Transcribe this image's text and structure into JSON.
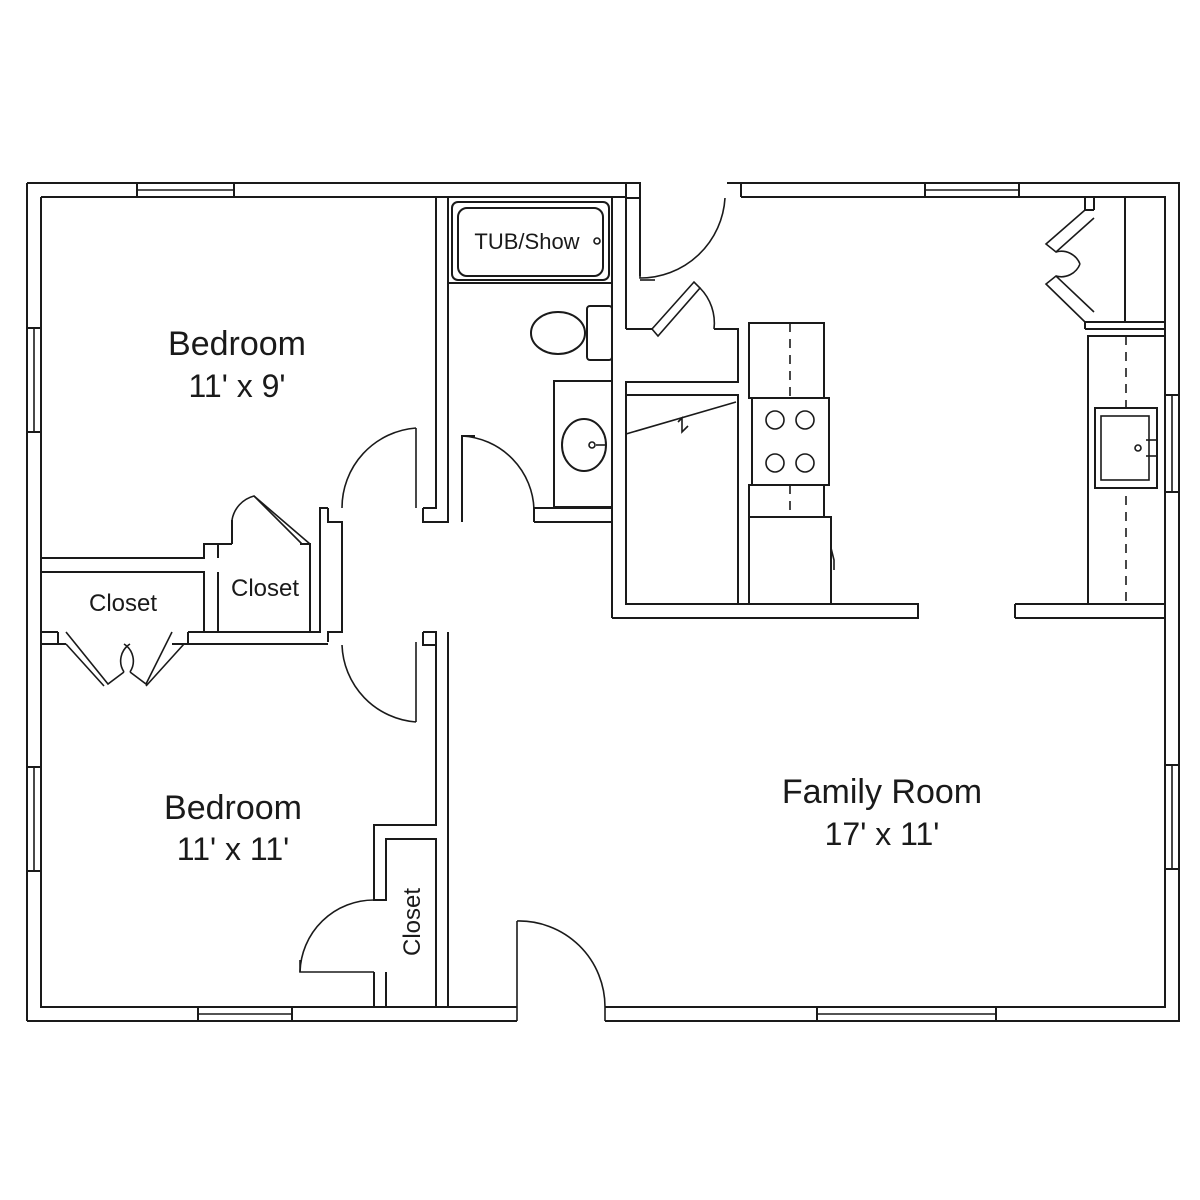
{
  "rooms": {
    "bedroom_1": {
      "name": "Bedroom",
      "size": "11' x 9'"
    },
    "bedroom_2": {
      "name": "Bedroom",
      "size": "11' x 11'"
    },
    "family_room": {
      "name": "Family Room",
      "size": "17' x 11'"
    }
  },
  "closets": {
    "closet_1": "Closet",
    "closet_2": "Closet",
    "closet_3": "Closet"
  },
  "fixtures": {
    "tub": "TUB/Show"
  }
}
